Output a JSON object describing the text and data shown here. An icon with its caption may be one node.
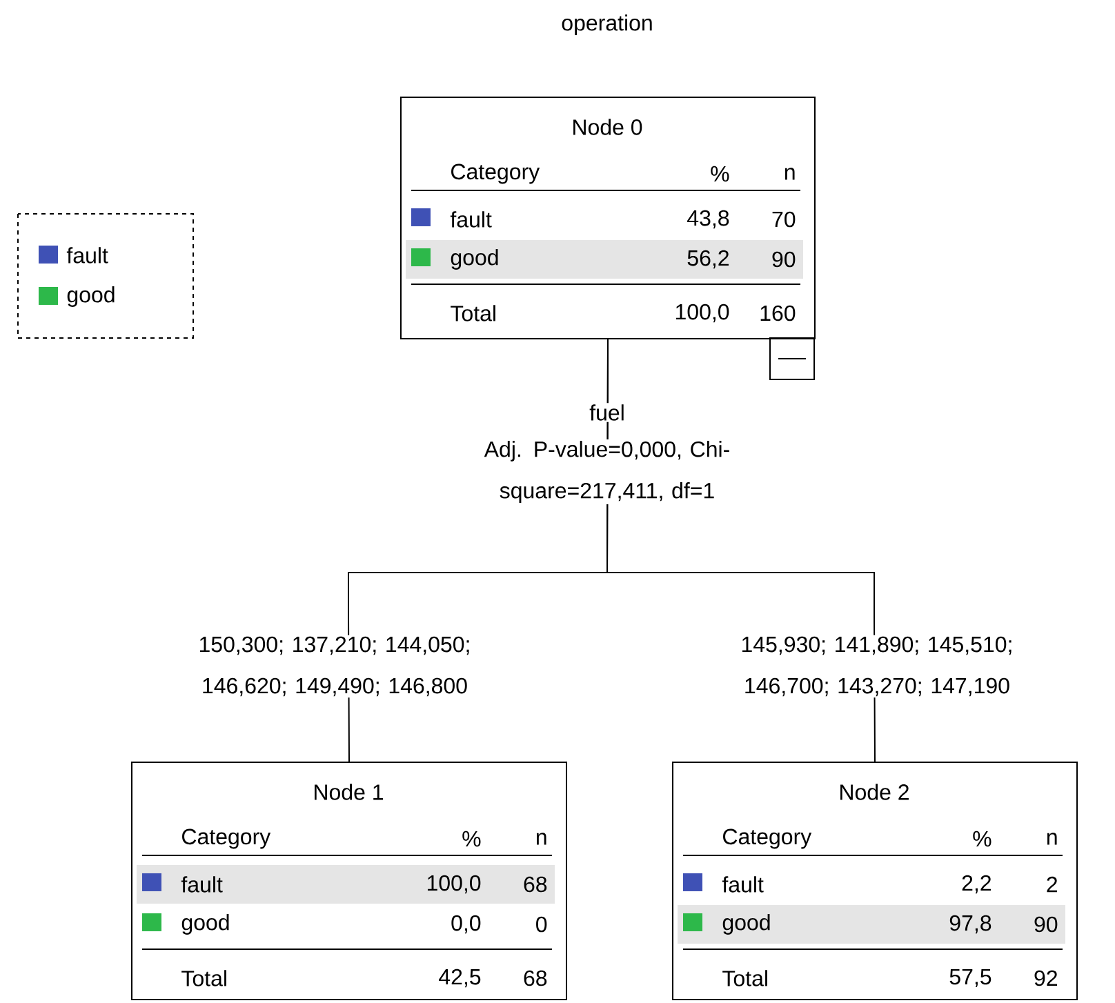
{
  "diagram": {
    "title": "operation",
    "nodes": [
      {
        "text": [
          "Node 0",
          "Category",
          "%",
          "n",
          "fault",
          "43,8",
          "70",
          "good",
          "56,2",
          "90",
          "Total",
          "100,0",
          "160"
        ],
        "beside": [
          "fuel",
          "Adj. P-value=0,000, Chi-square=217,411, df=1"
        ]
      },
      {
        "text": [
          "Node 1",
          "Category",
          "%",
          "n",
          "fault",
          "100,0",
          "68",
          "good",
          "0,0",
          "0",
          "Total",
          "42,5",
          "68"
        ]
      },
      {
        "text": [
          "Node 2",
          "Category",
          "%",
          "n",
          "fault",
          "2,2",
          "2",
          "good",
          "97,8",
          "90",
          "Total",
          "57,5",
          "92"
        ]
      }
    ],
    "edges": [
      {
        "from": 0,
        "to": 1,
        "arrow": "none",
        "label": "150,300; 137,210; 144,050; 146,620; 149,490; 146,800"
      },
      {
        "from": 0,
        "to": 2,
        "arrow": "none",
        "label": "145,930; 141,890; 145,510; 146,700; 143,270; 147,190"
      }
    ],
    "legend": [
      {
        "text": "fault",
        "color": "#3f51b5"
      },
      {
        "text": "good",
        "color": "#2db84a"
      }
    ]
  }
}
